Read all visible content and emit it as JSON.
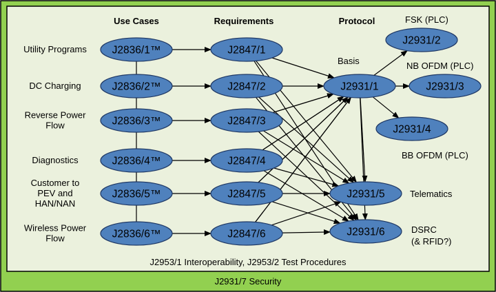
{
  "headers": {
    "use_cases": "Use Cases",
    "requirements": "Requirements",
    "protocol": "Protocol"
  },
  "use_case_labels": [
    [
      "Utility Programs"
    ],
    [
      "DC Charging"
    ],
    [
      "Reverse Power",
      "Flow"
    ],
    [
      "Diagnostics"
    ],
    [
      "Customer to",
      "PEV and",
      "HAN/NAN"
    ],
    [
      "Wireless Power",
      "Flow"
    ]
  ],
  "use_case_nodes": [
    "J2836/1™",
    "J2836/2™",
    "J2836/3™",
    "J2836/4™",
    "J2836/5™",
    "J2836/6™"
  ],
  "requirement_nodes": [
    "J2847/1",
    "J2847/2",
    "J2847/3",
    "J2847/4",
    "J2847/5",
    "J2847/6"
  ],
  "protocol_nodes": {
    "basis": "J2931/1",
    "fsk": "J2931/2",
    "nb": "J2931/3",
    "bb": "J2931/4",
    "telematics": "J2931/5",
    "dsrc": "J2931/6"
  },
  "protocol_labels": {
    "basis": "Basis",
    "fsk": "FSK (PLC)",
    "nb": "NB OFDM (PLC)",
    "bb": "BB OFDM (PLC)",
    "telematics": "Telematics",
    "dsrc": [
      "DSRC",
      "(& RFID?)"
    ]
  },
  "footer_inner": "J2953/1 Interoperability, J2953/2 Test Procedures",
  "footer_outer": "J2931/7 Security",
  "colors": {
    "outer_band": "#92d050",
    "inner_panel": "#ebf1dd",
    "node_fill": "#4f81bd",
    "node_stroke": "#1f3864"
  }
}
